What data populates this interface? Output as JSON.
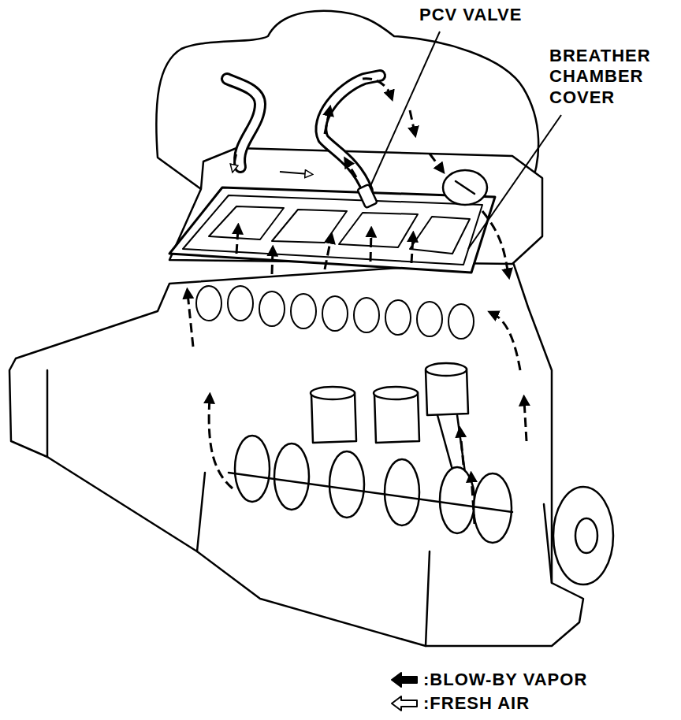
{
  "diagram": {
    "labels": [
      "PCV VALVE",
      "BREATHER CHAMBER COVER"
    ],
    "legend": [
      {
        "text": ":BLOW-BY VAPOR"
      },
      {
        "text": ":FRESH AIR"
      }
    ]
  }
}
